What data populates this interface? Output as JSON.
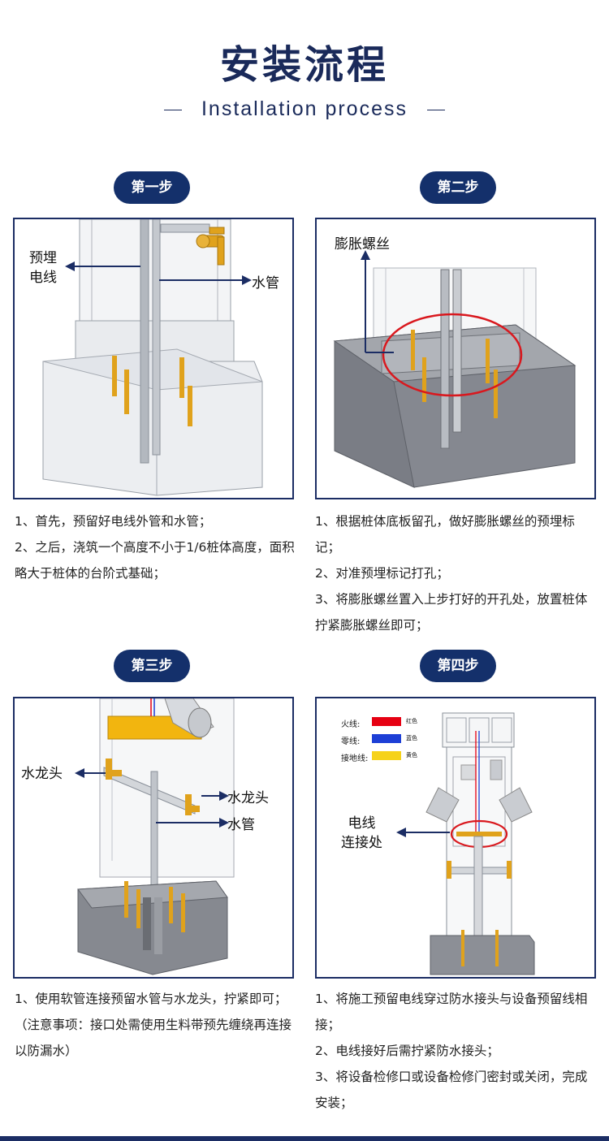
{
  "header": {
    "title": "安装流程",
    "subtitle": "Installation process"
  },
  "steps": [
    {
      "badge": "第一步",
      "labels": {
        "wire": "预埋\n电线",
        "water": "水管"
      },
      "desc": [
        "1、首先，预留好电线外管和水管；",
        "2、之后，浇筑一个高度不小于1/6桩体高度，面积略大于桩体的台阶式基础；"
      ]
    },
    {
      "badge": "第二步",
      "labels": {
        "bolt": "膨胀螺丝"
      },
      "desc": [
        "1、根据桩体底板留孔，做好膨胀螺丝的预埋标记；",
        "2、对准预埋标记打孔；",
        "3、将膨胀螺丝置入上步打好的开孔处，放置桩体拧紧膨胀螺丝即可；"
      ]
    },
    {
      "badge": "第三步",
      "labels": {
        "faucet_left": "水龙头",
        "faucet_right": "水龙头",
        "water": "水管"
      },
      "desc": [
        "1、使用软管连接预留水管与水龙头，拧紧即可；",
        "（注意事项：接口处需使用生料带预先缠绕再连接以防漏水）"
      ]
    },
    {
      "badge": "第四步",
      "labels": {
        "junction": "电线\n连接处"
      },
      "legend": [
        {
          "name": "火线:",
          "color": "#e60012",
          "color_name": "红色"
        },
        {
          "name": "零线:",
          "color": "#1d3fd6",
          "color_name": "蓝色"
        },
        {
          "name": "接地线:",
          "color": "#f6d21a",
          "color_name": "黄色"
        }
      ],
      "desc": [
        "1、将施工预留电线穿过防水接头与设备预留线相接；",
        "2、电线接好后需拧紧防水接头；",
        "3、将设备检修口或设备检修门密封或关闭，完成安装；"
      ]
    }
  ],
  "colors": {
    "navy": "#1b2d64",
    "badge": "#14306b",
    "highlight": "#d9181e",
    "brass": "#e0a21c"
  }
}
